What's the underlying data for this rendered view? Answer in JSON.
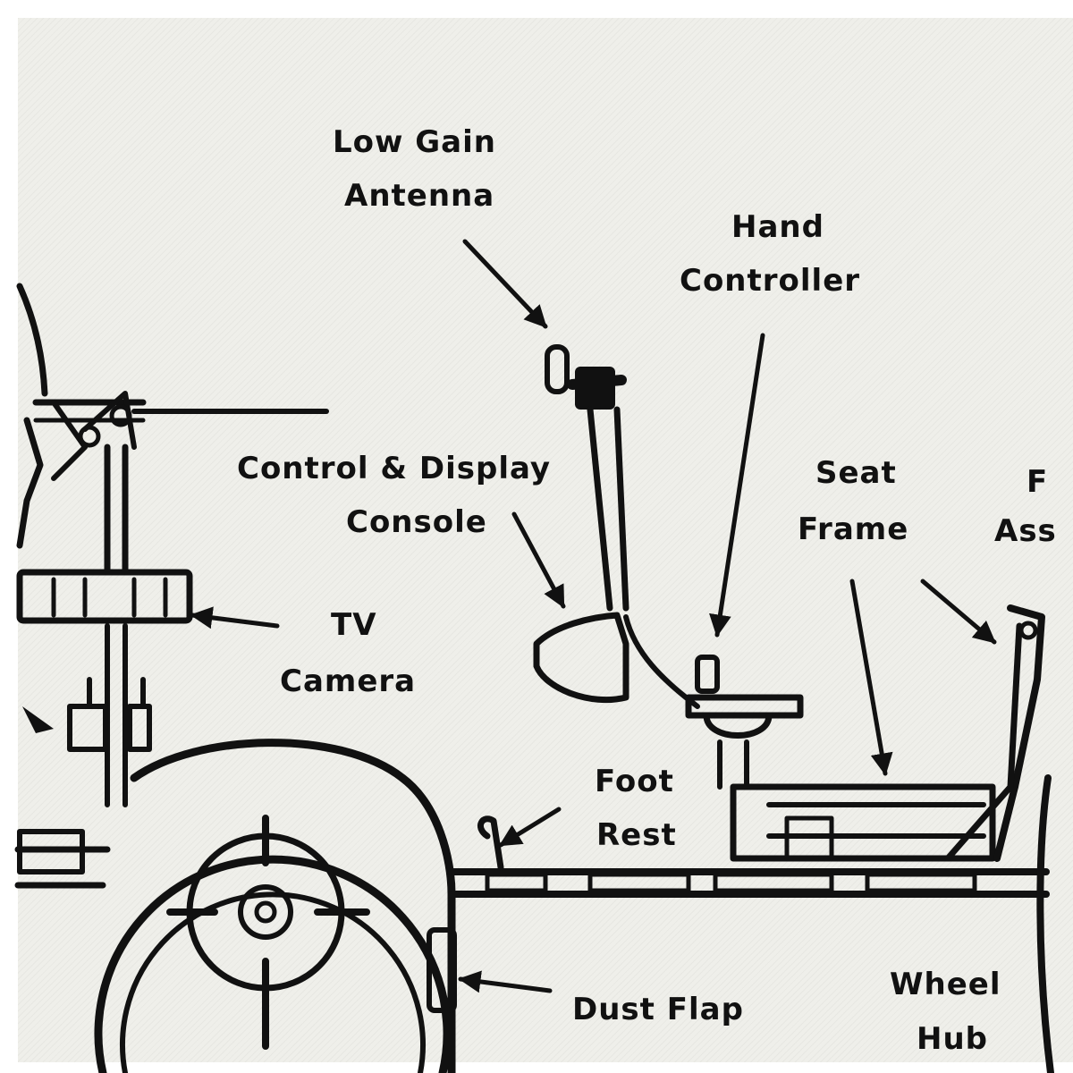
{
  "diagram": {
    "ink_color": "#111111",
    "plate_color": "#efefea",
    "labels": {
      "low_gain_antenna": [
        "Low Gain",
        "Antenna"
      ],
      "hand_controller": [
        "Hand",
        "Controller"
      ],
      "control_display_console": [
        "Control & Display",
        "Console"
      ],
      "seat_frame": [
        "Seat",
        "Frame"
      ],
      "footrest_assembly_partial": [
        "F",
        "Ass"
      ],
      "tv_camera": [
        "TV",
        "Camera"
      ],
      "foot_rest": [
        "Foot",
        "Rest"
      ],
      "dust_flap": [
        "Dust Flap"
      ],
      "wheel_hub": [
        "Wheel",
        "Hub"
      ]
    }
  }
}
